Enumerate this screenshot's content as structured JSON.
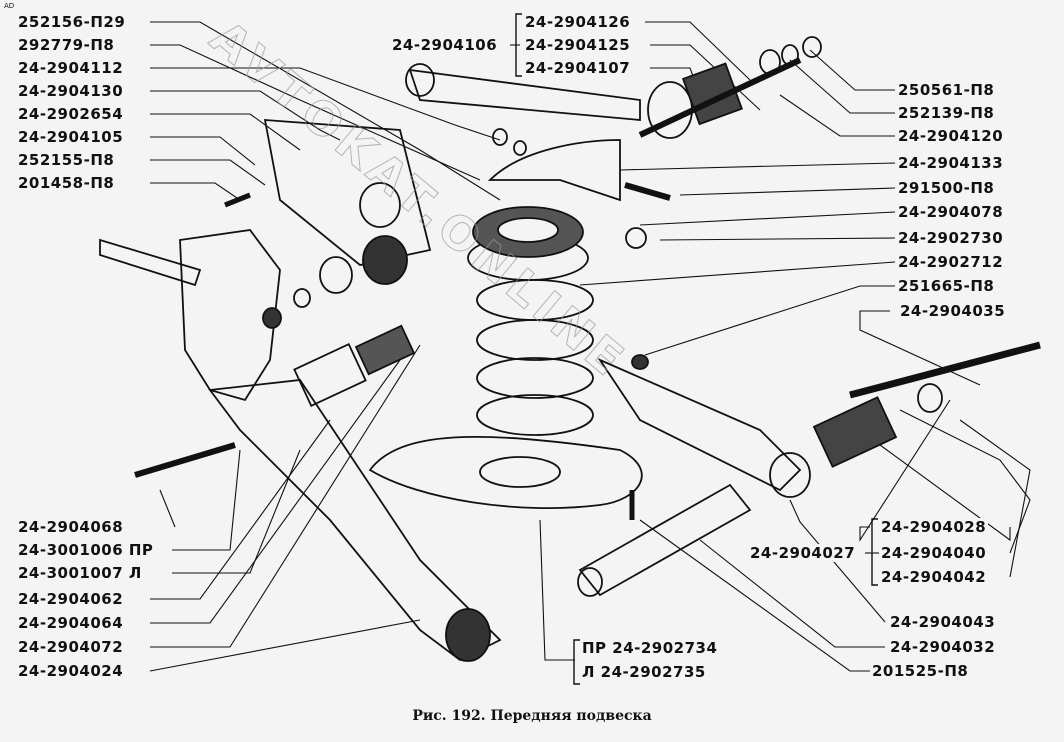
{
  "corner_mark": "AD",
  "watermark": "AVTOKAT.ONLINE",
  "caption": "Рис. 192. Передняя подвеска",
  "left_labels_top": [
    "252156-П29",
    "292779-П8",
    "24-2904112",
    "24-2904130",
    "24-2902654",
    "24-2904105",
    "252155-П8",
    "201458-П8"
  ],
  "left_labels_bottom": [
    "24-2904068",
    "24-3001006 ПР",
    "24-3001007 Л",
    "24-2904062",
    "24-2904064",
    "24-2904072",
    "24-2904024"
  ],
  "top_group": {
    "parent": "24-2904106",
    "children": [
      "24-2904126",
      "24-2904125",
      "24-2904107"
    ]
  },
  "right_labels": [
    "250561-П8",
    "252139-П8",
    "24-2904120",
    "24-2904133",
    "291500-П8",
    "24-2904078",
    "24-2902730",
    "24-2902712",
    "251665-П8",
    "24-2904035"
  ],
  "right_group": {
    "parent": "24-2904027",
    "children": [
      "24-2904028",
      "24-2904040",
      "24-2904042"
    ]
  },
  "right_bottom_labels": [
    "24-2904043",
    "24-2904032",
    "201525-П8"
  ],
  "bottom_group": [
    "ПР 24-2902734",
    "Л 24-2902735"
  ]
}
